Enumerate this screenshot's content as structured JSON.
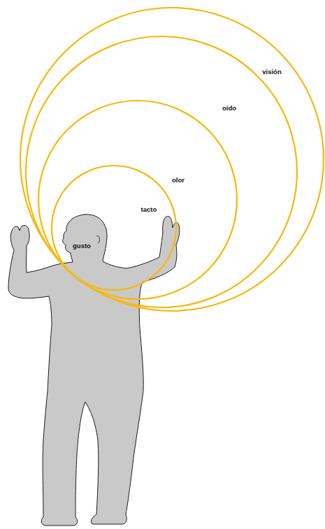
{
  "diagram": {
    "nodes": [
      {
        "text": [
          "visión"
        ]
      },
      {
        "text": [
          "oído"
        ],
        "in": 0
      },
      {
        "text": [
          "olor"
        ],
        "in": 1
      },
      {
        "text": [
          "tacto"
        ],
        "in": 2
      }
    ],
    "labels": [
      "gusto"
    ]
  }
}
